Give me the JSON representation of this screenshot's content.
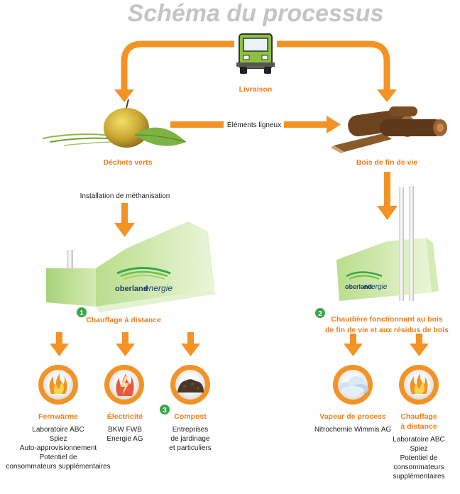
{
  "title": "Schéma du processus",
  "nodes": {
    "delivery": "Livraison",
    "green_waste": "Déchets verts",
    "wood_end": "Bois de fin de vie",
    "wood_elements": "Éléments ligneux",
    "methanisation": "Installation de méthanisation",
    "district_heat_1": "Chauffage à distance",
    "boiler_l1": "Chaudière fonctionnant au bois",
    "boiler_l2": "de fin de vie et aux résidus de bois"
  },
  "badges": [
    "1",
    "2",
    "3"
  ],
  "logo": {
    "main": "oberland",
    "accent": "energie"
  },
  "outputs": [
    {
      "id": "fernwarme",
      "icon": "flame-icon",
      "title": [
        "Fernwärme"
      ],
      "lines": [
        "Laboratoire ABC",
        "Spiez",
        "Auto-approvisionnement",
        "Potentiel de",
        "consommateurs supplémentaires"
      ]
    },
    {
      "id": "electricite",
      "icon": "lightning-flame-icon",
      "title": [
        "Électricité"
      ],
      "lines": [
        "BKW FWB",
        "Energie AG"
      ]
    },
    {
      "id": "compost",
      "icon": "compost-icon",
      "title": [
        "Compost"
      ],
      "lines": [
        "Entreprises",
        "de jardinage",
        "et particuliers"
      ]
    },
    {
      "id": "vapeur",
      "icon": "cloud-icon",
      "title": [
        "Vapeur de process"
      ],
      "lines": [
        "Nitrochemie Wimmis AG"
      ]
    },
    {
      "id": "chauffage2",
      "icon": "flame-icon",
      "title": [
        "Chauffage",
        "à distance"
      ],
      "lines": [
        "Laboratoire ABC",
        "Spiez",
        "Potentiel de",
        "consommateurs",
        "supplémentaires"
      ]
    }
  ],
  "colors": {
    "orange": "#f39325",
    "orange_label": "#ef7d1a",
    "green_badge": "#3aa648",
    "building": "#c9e6a4"
  }
}
